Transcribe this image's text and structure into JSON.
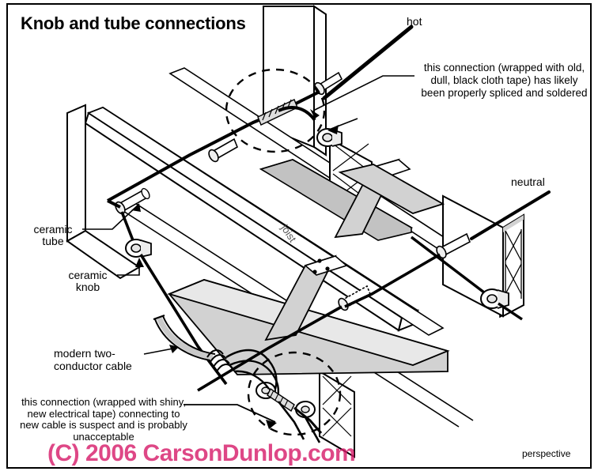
{
  "figure": {
    "title": "Knob and tube connections",
    "view_label": "perspective",
    "watermark": "(C) 2006 CarsonDunlop.com",
    "watermark_color": "#d61a69"
  },
  "labels": {
    "hot": "hot",
    "neutral": "neutral",
    "joist": "joist",
    "ceramic_tube": "ceramic\ntube",
    "ceramic_knob": "ceramic\nknob",
    "modern_cable": "modern two-\nconductor cable"
  },
  "annotations": {
    "splice_good": "this connection\n(wrapped with old, dull,\nblack cloth tape) has\nlikely been properly\nspliced and soldered",
    "splice_bad": "this connection (wrapped\nwith shiny, new electrical\ntape) connecting to new\ncable is suspect and is\nprobably unacceptable"
  },
  "colors": {
    "ink": "#000000",
    "paper": "#ffffff",
    "wood_face": "#ffffff",
    "wood_shade": "#d2d2d2",
    "wood_shade_dark": "#b8b8b8",
    "cable_gray": "#c9c9c9"
  }
}
